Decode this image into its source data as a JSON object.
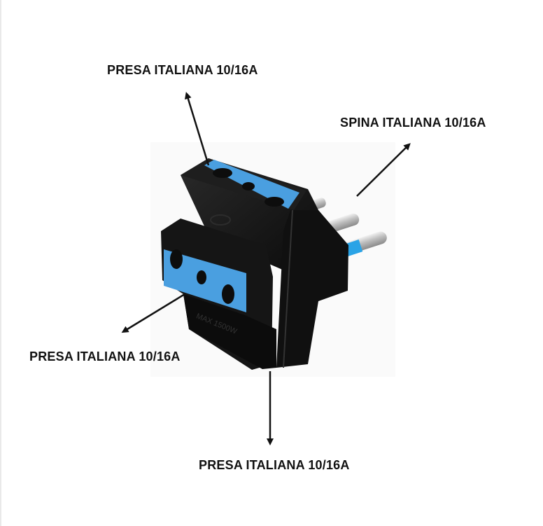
{
  "labels": {
    "top": "PRESA ITALIANA 10/16A",
    "right": "SPINA ITALIANA 10/16A",
    "left": "PRESA ITALIANA 10/16A",
    "bottom": "PRESA ITALIANA 10/16A"
  },
  "product": {
    "embossed_text": "MAX 1500W"
  },
  "colors": {
    "body": "#141414",
    "socket_blue": "#4a9fe0",
    "pin_metal": "#c8c8c8"
  }
}
